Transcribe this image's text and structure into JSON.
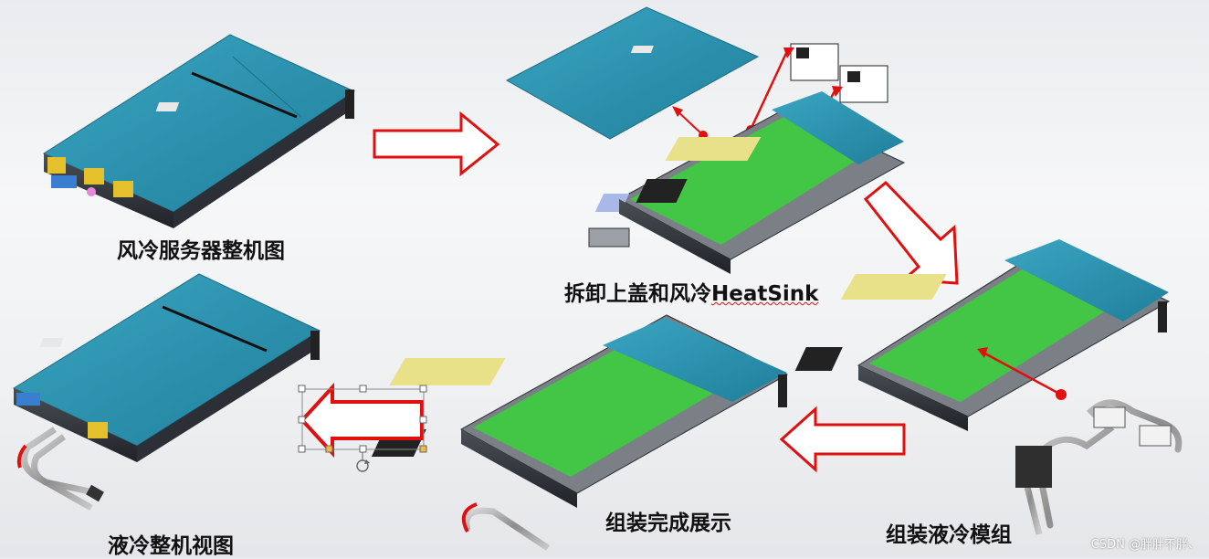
{
  "captions": {
    "air_cooled_whole": "风冷服务器整机图",
    "remove_cover_prefix": "拆卸上盖和风冷",
    "remove_cover_suffix": "HeatSink",
    "assembly_done": "组装完成展示",
    "liquid_module": "组装液冷模组",
    "liquid_whole": "液冷整机视图"
  },
  "watermark": "CSDN @胖胖不胖、",
  "colors": {
    "chassis_blue": "#2f97b4",
    "arrow_red": "#e01010",
    "board_green": "#3ad23a"
  }
}
